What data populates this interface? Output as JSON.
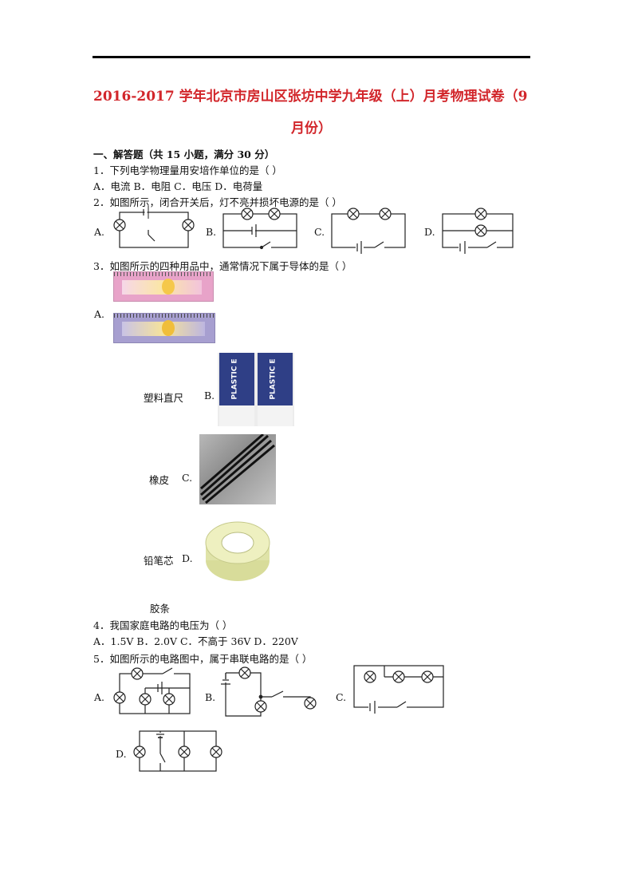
{
  "paper": {
    "title_line1": "2016-2017 学年北京市房山区张坊中学九年级（上）月考物理试卷（9",
    "title_line2": "月份）",
    "section_header": "一、解答题（共 15 小题，满分 30 分）"
  },
  "questions": {
    "q1": {
      "stem": "1．下列电学物理量用安培作单位的是（      ）",
      "options": "A．电流 B．电阻 C．电压 D．电荷量"
    },
    "q2": {
      "stem": "2．如图所示，闭合开关后，灯不亮并损坏电源的是（      ）",
      "labels": [
        "A.",
        "B.",
        "C.",
        "D."
      ]
    },
    "q3": {
      "stem": "3．如图所示的四种用品中，通常情况下属于导体的是（      ）",
      "label_a": "A.",
      "caption_a": "塑料直尺",
      "label_b": "B.",
      "caption_b": "橡皮",
      "label_c": "C.",
      "caption_c": "铅笔芯",
      "label_d": "D.",
      "caption_d": "胶条",
      "eraser_text": "PLASTIC E"
    },
    "q4": {
      "stem": "4．我国家庭电路的电压为（      ）",
      "options": "A．1.5V B．2.0V C．不高于 36V    D．220V"
    },
    "q5": {
      "stem": "5．如图所示的电路图中，属于串联电路的是（      ）",
      "labels": [
        "A.",
        "B.",
        "C.",
        "D."
      ]
    }
  }
}
